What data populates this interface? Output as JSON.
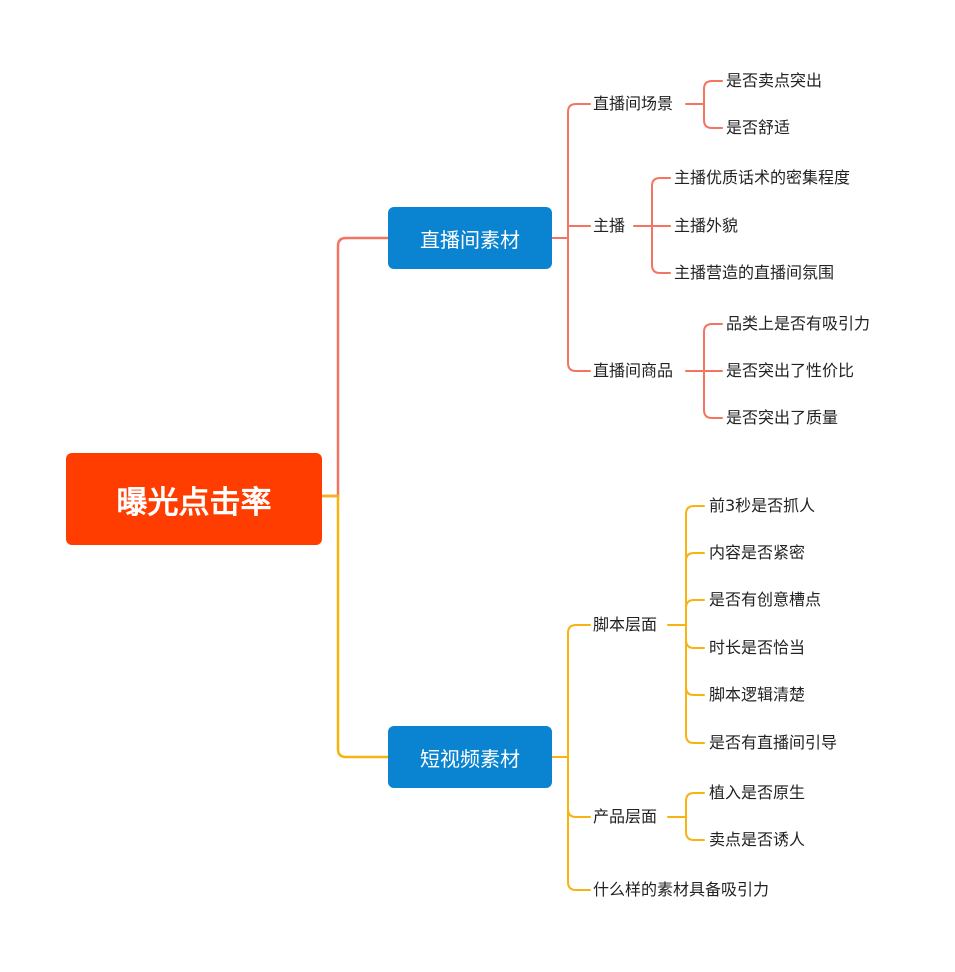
{
  "root": {
    "label": "曝光点击率"
  },
  "branches": [
    {
      "label": "直播间素材",
      "color": "#f47461",
      "subs": [
        {
          "label": "直播间场景",
          "items": [
            "是否卖点突出",
            "是否舒适"
          ]
        },
        {
          "label": "主播",
          "items": [
            "主播优质话术的密集程度",
            "主播外貌",
            "主播营造的直播间氛围"
          ]
        },
        {
          "label": "直播间商品",
          "items": [
            "品类上是否有吸引力",
            "是否突出了性价比",
            "是否突出了质量"
          ]
        }
      ]
    },
    {
      "label": "短视频素材",
      "color": "#f7b30f",
      "subs": [
        {
          "label": "脚本层面",
          "items": [
            "前3秒是否抓人",
            "内容是否紧密",
            "是否有创意槽点",
            "时长是否恰当",
            "脚本逻辑清楚",
            "是否有直播间引导"
          ]
        },
        {
          "label": "产品层面",
          "items": [
            "植入是否原生",
            "卖点是否诱人"
          ]
        },
        {
          "label": "什么样的素材具备吸引力",
          "items": []
        }
      ]
    }
  ]
}
